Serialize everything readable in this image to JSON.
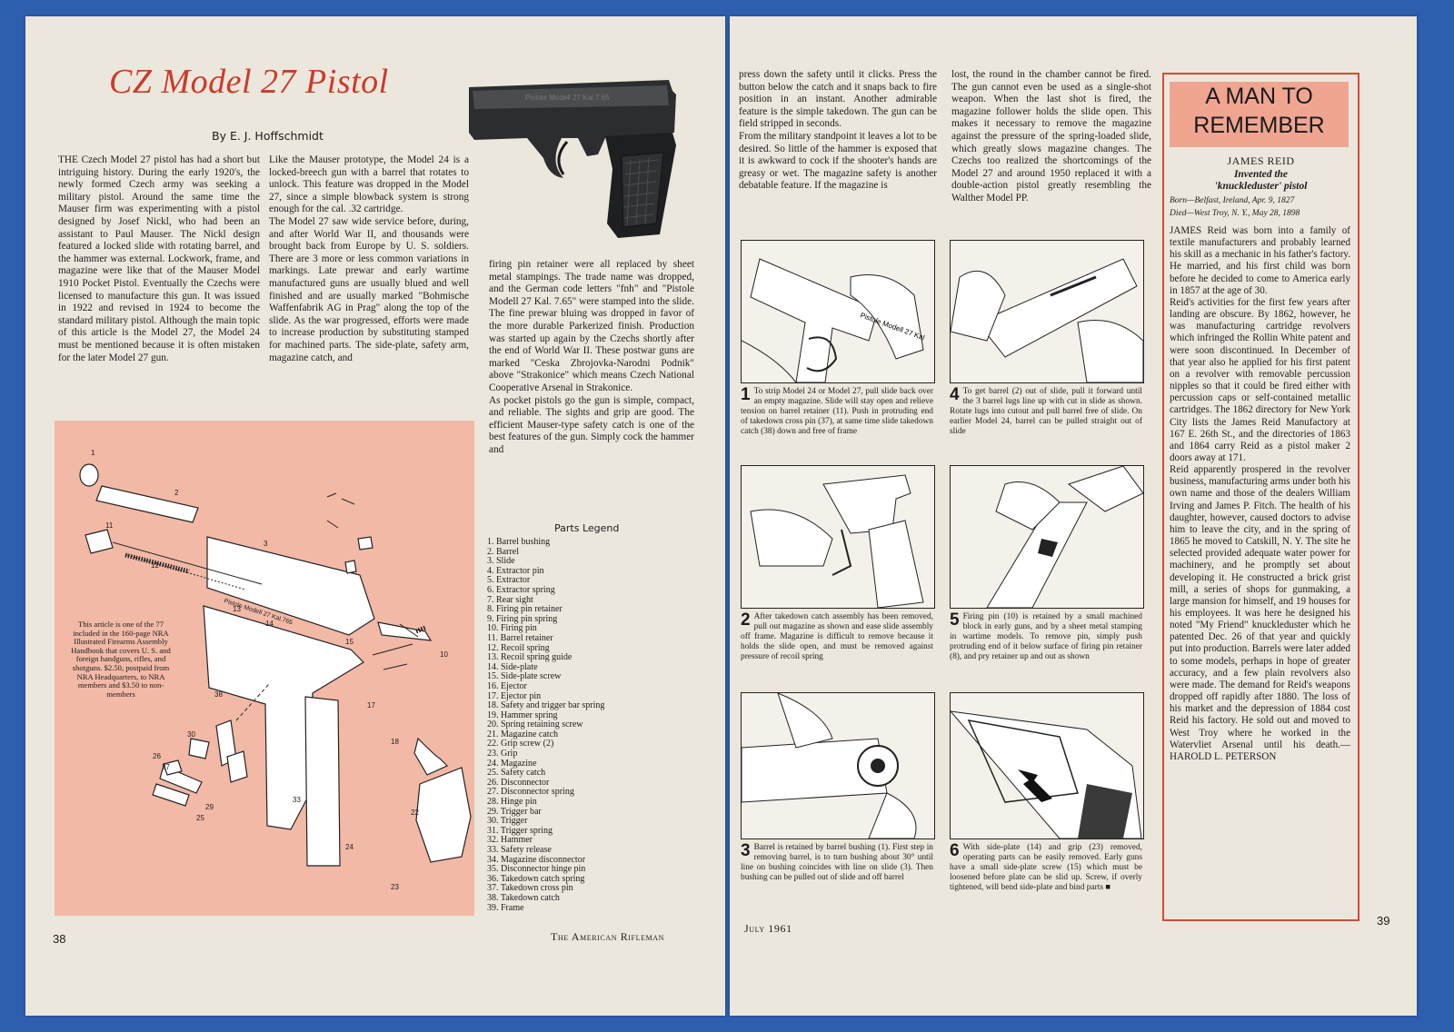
{
  "left_page": {
    "title": "CZ Model 27 Pistol",
    "byline": "By E. J. Hoffschmidt",
    "col1": "THE Czech Model 27 pistol has had a short but intriguing history. During the early 1920's, the newly formed Czech army was seeking a military pistol. Around the same time the Mauser firm was experimenting with a pistol designed by Josef Nickl, who had been an assistant to Paul Mauser. The Nickl design featured a locked slide with rotating barrel, and the hammer was external. Lockwork, frame, and magazine were like that of the Mauser Model 1910 Pocket Pistol. Eventually the Czechs were licensed to manufacture this gun. It was issued in 1922 and revised in 1924 to become the standard military pistol. Although the main topic of this article is the Model 27, the Model 24 must be mentioned because it is often mistaken for the later Model 27 gun.",
    "col2": "Like the Mauser prototype, the Model 24 is a locked-breech gun with a barrel that rotates to unlock. This feature was dropped in the Model 27, since a simple blowback system is strong enough for the cal. .32 cartridge.\n    The Model 27 saw wide service before, during, and after World War II, and thousands were brought back from Europe by U. S. soldiers. There are 3 more or less common variations in markings. Late prewar and early wartime manufactured guns are usually blued and well finished and are usually marked \"Bohmische Waffenfabrik AG in Prag\" along the top of the slide. As the war progressed, efforts were made to increase production by substituting stamped for machined parts. The side-plate, safety arm, magazine catch, and",
    "col3": "firing pin retainer were all replaced by sheet metal stampings. The trade name was dropped, and the German code letters \"fnh\" and \"Pistole Modell 27 Kal. 7.65\" were stamped into the slide. The fine prewar bluing was dropped in favor of the more durable Parkerized finish. Production was started up again by the Czechs shortly after the end of World War II. These postwar guns are marked \"Ceska Zbrojovka-Narodni Podnik\" above \"Strakonice\" which means Czech National Cooperative Arsenal in Strakonice.\n    As pocket pistols go the gun is simple, compact, and reliable. The sights and grip are good. The efficient Mauser-type safety catch is one of the best features of the gun. Simply cock the hammer and",
    "diagram_note": "This article is one of the 77 included in the 160-page NRA Illustrated Firearms Assembly Handbook that covers U. S. and foreign handguns, rifles, and shotguns. $2.50, postpaid from NRA Headquarters, to NRA members and $3.50 to non-members",
    "legend_title": "Parts Legend",
    "legend": [
      "1. Barrel bushing",
      "2. Barrel",
      "3. Slide",
      "4. Extractor pin",
      "5. Extractor",
      "6. Extractor spring",
      "7. Rear sight",
      "8. Firing pin retainer",
      "9. Firing pin spring",
      "10. Firing pin",
      "11. Barrel retainer",
      "12. Recoil spring",
      "13. Recoil spring guide",
      "14. Side-plate",
      "15. Side-plate screw",
      "16. Ejector",
      "17. Ejector pin",
      "18. Safety and trigger bar spring",
      "19. Hammer spring",
      "20. Spring retaining screw",
      "21. Magazine catch",
      "22. Grip screw (2)",
      "23. Grip",
      "24. Magazine",
      "25. Safety catch",
      "26. Disconnector",
      "27. Disconnector spring",
      "28. Hinge pin",
      "29. Trigger bar",
      "30. Trigger",
      "31. Trigger spring",
      "32. Hammer",
      "33. Safety release",
      "34. Magazine disconnector",
      "35. Disconnector hinge pin",
      "36. Takedown catch spring",
      "37. Takedown cross pin",
      "38. Takedown catch",
      "39. Frame"
    ],
    "page_number": "38",
    "footer": "The American Rifleman",
    "gun_marking": "Pistole Modell 27 Kal.7.65",
    "diagram_marking": "Pistole Modell 27 Kal.765"
  },
  "right_page": {
    "col1": "press down the safety until it clicks. Press the button below the catch and it snaps back to fire position in an instant. Another admirable feature is the simple takedown. The gun can be field stripped in seconds.\n    From the military standpoint it leaves a lot to be desired. So little of the hammer is exposed that it is awkward to cock if the shooter's hands are greasy or wet. The magazine safety is another debatable feature. If the magazine is",
    "col2": "lost, the round in the chamber cannot be fired. The gun cannot even be used as a single-shot weapon. When the last shot is fired, the magazine follower holds the slide open. This makes it necessary to remove the magazine against the pressure of the spring-loaded slide, which greatly slows magazine changes. The Czechs too realized the shortcomings of the Model 27 and around 1950 replaced it with a double-action pistol greatly resembling the Walther Model PP.",
    "steps": [
      {
        "num": "1",
        "text": "To strip Model 24 or Model 27, pull slide back over an empty magazine. Slide will stay open and relieve tension on barrel retainer (11). Push in protruding end of takedown cross pin (37), at same time slide takedown catch (38) down and free of frame"
      },
      {
        "num": "2",
        "text": "After takedown catch assembly has been removed, pull out magazine as shown and ease slide assembly off frame. Magazine is difficult to remove because it holds the slide open, and must be removed against pressure of recoil spring"
      },
      {
        "num": "3",
        "text": "Barrel is retained by barrel bushing (1). First step in removing barrel, is to turn bushing about 30° until line on bushing coincides with line on slide (3). Then bushing can be pulled out of slide and off barrel"
      },
      {
        "num": "4",
        "text": "To get barrel (2) out of slide, pull it forward until the 3 barrel lugs line up with cut in slide as shown. Rotate lugs into cutout and pull barrel free of slide. On earlier Model 24, barrel can be pulled straight out of slide"
      },
      {
        "num": "5",
        "text": "Firing pin (10) is retained by a small machined block in early guns, and by a sheet metal stamping in wartime models. To remove pin, simply push protruding end of it below surface of firing pin retainer (8), and pry retainer up and out as shown"
      },
      {
        "num": "6",
        "text": "With side-plate (14) and grip (23) removed, operating parts can be easily removed. Early guns have a small side-plate screw (15) which must be loosened before plate can be slid up. Screw, if overly tightened, will bend side-plate and bind parts ■"
      }
    ],
    "panel_marking": "Pistole Modell 27 Kal",
    "sidebar": {
      "heading": "A MAN TO REMEMBER",
      "name": "JAMES REID",
      "subtitle": "Invented the 'knuckleduster' pistol",
      "born": "Born—Belfast, Ireland, Apr. 9, 1827",
      "died": "Died—West Troy, N. Y., May 28, 1898",
      "body": "JAMES Reid was born into a family of textile manufacturers and probably learned his skill as a mechanic in his father's factory. He married, and his first child was born before he decided to come to America early in 1857 at the age of 30.\n    Reid's activities for the first few years after landing are obscure. By 1862, however, he was manufacturing cartridge revolvers which infringed the Rollin White patent and were soon discontinued. In December of that year also he applied for his first patent on a revolver with removable percussion nipples so that it could be fired either with percussion caps or self-contained metallic cartridges. The 1862 directory for New York City lists the James Reid Manufactory at 167 E. 26th St., and the directories of 1863 and 1864 carry Reid as a pistol maker 2 doors away at 171.\n    Reid apparently prospered in the revolver business, manufacturing arms under both his own name and those of the dealers William Irving and James P. Fitch. The health of his daughter, however, caused doctors to advise him to leave the city, and in the spring of 1865 he moved to Catskill, N. Y. The site he selected provided adequate water power for machinery, and he promptly set about developing it. He constructed a brick grist mill, a series of shops for gunmaking, a large mansion for himself, and 19 houses for his employees. It was here he designed his noted \"My Friend\" knuckleduster which he patented Dec. 26 of that year and quickly put into production. Barrels were later added to some models, perhaps in hope of greater accuracy, and a few plain revolvers also were made. The demand for Reid's weapons dropped off rapidly after 1880. The loss of his market and the depression of 1884 cost Reid his factory. He sold out and moved to West Troy where he worked in the Watervliet Arsenal until his death.—HAROLD L. PETERSON"
    },
    "date": "July 1961",
    "page_number": "39"
  },
  "colors": {
    "background": "#2d5fae",
    "paper": "#ece7dc",
    "title_red": "#cc3a2a",
    "diagram_bg": "#f1b9a6",
    "sidebar_red": "#d54a3a",
    "sidebar_heading_bg": "#f0a591"
  }
}
